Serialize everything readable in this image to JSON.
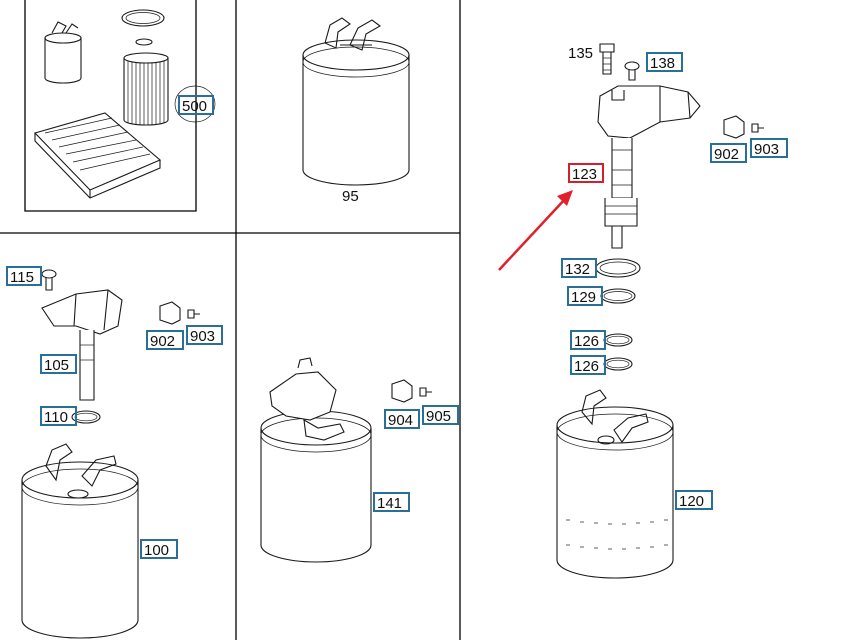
{
  "colors": {
    "callout_border": "#2a6f97",
    "highlight_border": "#d4202c",
    "arrow": "#e0202a",
    "line": "#1a1a1a"
  },
  "labels": {
    "p500": "500",
    "p95": "95",
    "p135": "135",
    "p138": "138",
    "p902a": "902",
    "p903a": "903",
    "p123": "123",
    "p132": "132",
    "p129": "129",
    "p126a": "126",
    "p126b": "126",
    "p120": "120",
    "p115": "115",
    "p105": "105",
    "p902b": "902",
    "p903b": "903",
    "p110": "110",
    "p100": "100",
    "p904": "904",
    "p905": "905",
    "p141": "141"
  },
  "highlighted_part": "123"
}
